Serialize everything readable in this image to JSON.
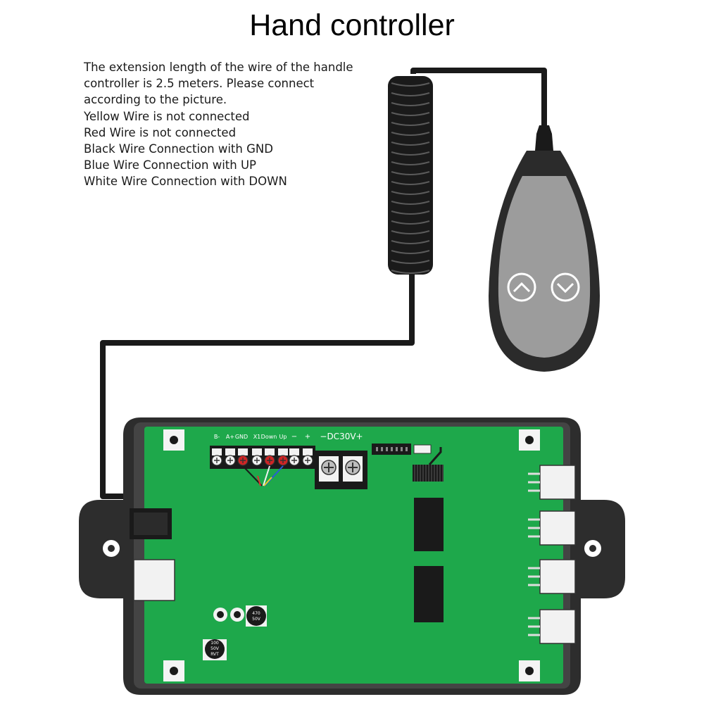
{
  "title": "Hand controller",
  "description": [
    "The extension length of the wire of the handle",
    "controller is 2.5 meters. Please connect",
    "according to the picture.",
    "Yellow Wire is not connected",
    "Red Wire is not connected",
    "Black Wire Connection with GND",
    "Blue Wire Connection with UP",
    "White Wire Connection with DOWN"
  ],
  "terminal_labels": [
    "B-",
    "A+",
    "GND",
    "X1",
    "Down",
    "Up",
    "−",
    "+"
  ],
  "power_label": "−DC30V+",
  "remote_buttons": {
    "up": "up-chevron",
    "down": "down-chevron"
  },
  "capacitor_1": [
    "470",
    "50V"
  ],
  "capacitor_2": [
    "100",
    "50V",
    "RVT"
  ],
  "colors": {
    "pcb": "#1ea84b",
    "enclosure": "#2d2d2d",
    "remote_face": "#9c9c9c",
    "wire": "#1a1a1a"
  }
}
